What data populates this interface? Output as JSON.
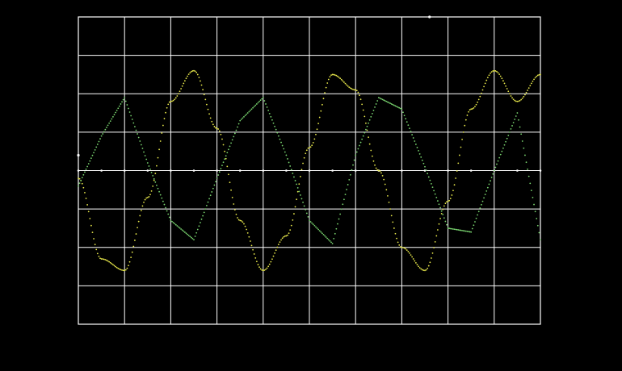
{
  "screen": {
    "background_color": "#000000"
  },
  "graticule": {
    "divisions_x": 10,
    "divisions_y": 8,
    "grid_color": "#ffffff",
    "center_marks": true
  },
  "chart_data": {
    "type": "line",
    "title": "",
    "xlabel": "",
    "ylabel": "",
    "grid": true,
    "xlim": [
      0,
      10
    ],
    "ylim": [
      -4,
      4
    ],
    "series": [
      {
        "color": "#e6e64a",
        "shape": "sine",
        "x": [
          0,
          0.5,
          1.0,
          1.5,
          2.0,
          2.5,
          3.0,
          3.5,
          4.0,
          4.5,
          5.0,
          5.5,
          6.0,
          6.5,
          7.0,
          7.5,
          8.0,
          8.5,
          9.0,
          9.5,
          10.0
        ],
        "values": [
          -0.2,
          -2.3,
          -2.6,
          -0.7,
          1.8,
          2.6,
          1.1,
          -1.3,
          -2.6,
          -1.7,
          0.6,
          2.5,
          2.1,
          0.0,
          -2.0,
          -2.6,
          -0.8,
          1.6,
          2.6,
          1.8,
          2.5
        ]
      },
      {
        "color": "#78d26e",
        "shape": "triangle",
        "x": [
          0,
          0.5,
          1.0,
          1.5,
          2.0,
          2.5,
          3.0,
          3.5,
          4.0,
          4.5,
          5.0,
          5.5,
          6.0,
          6.5,
          7.0,
          7.5,
          8.0,
          8.5,
          9.0,
          9.5,
          10.0
        ],
        "values": [
          -0.4,
          0.9,
          1.9,
          0.2,
          -1.3,
          -1.8,
          -0.2,
          1.3,
          1.9,
          0.4,
          -1.3,
          -1.9,
          0.4,
          1.9,
          1.6,
          0.1,
          -1.5,
          -1.6,
          0.0,
          1.5,
          -1.8
        ]
      }
    ]
  }
}
